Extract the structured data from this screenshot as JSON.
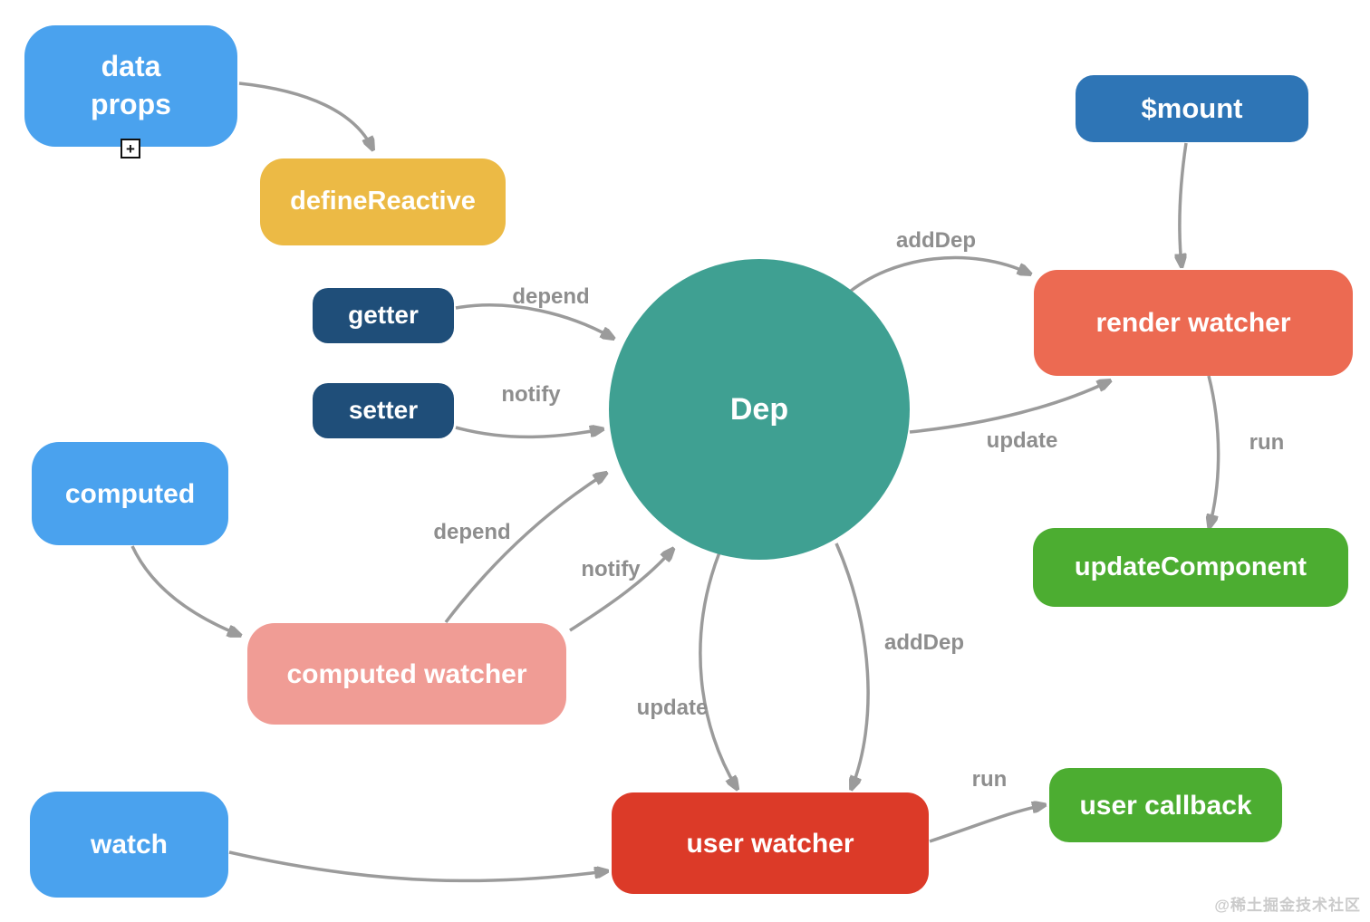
{
  "colors": {
    "blue": "#4AA2EE",
    "yellow": "#ECBA45",
    "navy": "#1F4E79",
    "mount-blue": "#2E75B6",
    "salmon": "#EC6A52",
    "pink": "#F09C95",
    "red": "#DC3A28",
    "green": "#4CAD31",
    "teal": "#3FA092",
    "arrow": "#9B9B9B",
    "label": "#8E8E8E",
    "watermark": "#CBCBCB"
  },
  "nodes": {
    "data_props": {
      "line1": "data",
      "line2": "props"
    },
    "define_reactive": {
      "label": "defineReactive"
    },
    "getter": {
      "label": "getter"
    },
    "setter": {
      "label": "setter"
    },
    "computed": {
      "label": "computed"
    },
    "computed_watcher": {
      "label": "computed watcher"
    },
    "watch": {
      "label": "watch"
    },
    "dep": {
      "label": "Dep"
    },
    "mount": {
      "label": "$mount"
    },
    "render_watcher": {
      "label": "render watcher"
    },
    "update_component": {
      "label": "updateComponent"
    },
    "user_watcher": {
      "label": "user watcher"
    },
    "user_callback": {
      "label": "user callback"
    }
  },
  "edge_labels": {
    "getter_dep_depend": "depend",
    "setter_dep_notify": "notify",
    "dep_render_watcher_adddep": "addDep",
    "dep_render_watcher_update": "update",
    "render_watcher_updatecomponent_run": "run",
    "computed_watcher_dep_depend": "depend",
    "computed_watcher_dep_notify": "notify",
    "dep_user_watcher_update": "update",
    "dep_user_watcher_adddep": "addDep",
    "user_watcher_user_callback_run": "run"
  },
  "icons": {
    "expand": "+"
  },
  "watermark": "@稀土掘金技术社区"
}
